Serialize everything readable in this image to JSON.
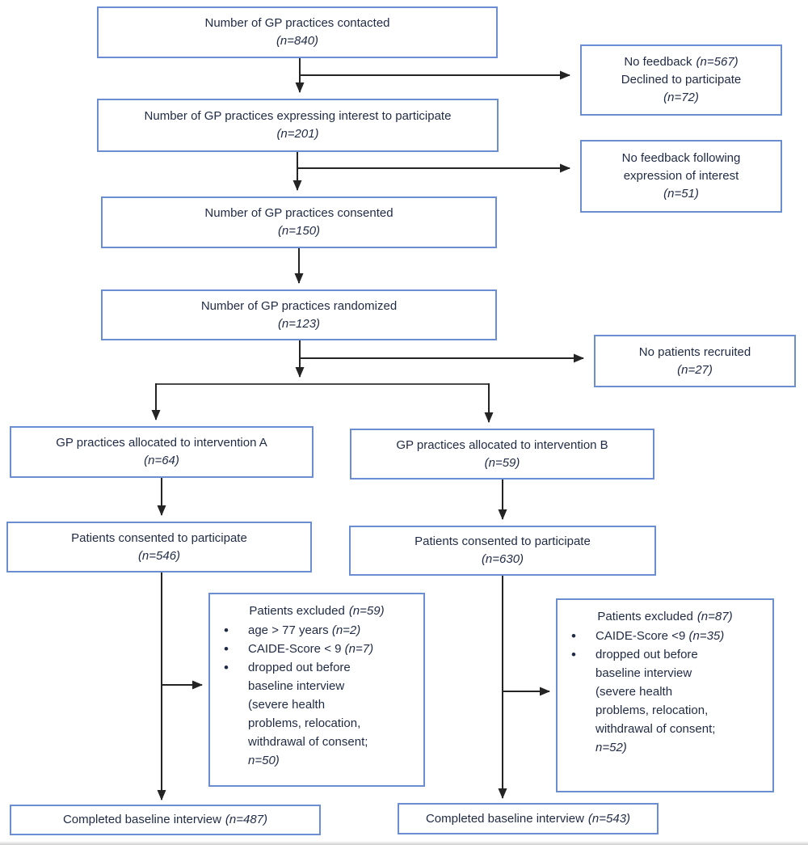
{
  "styles": {
    "border_color": "#6b8ed3",
    "text_color": "#1f2a44",
    "line_color": "#242424"
  },
  "diagram": {
    "boxes": {
      "contacted": {
        "label": "Number of GP practices contacted",
        "n": "(n=840)"
      },
      "no_feedback": {
        "line1": "No feedback",
        "line1_n": "(n=567)",
        "line2": "Declined to participate",
        "line3_n": "(n=72)"
      },
      "interest": {
        "label": "Number of GP practices expressing interest to participate",
        "n": "(n=201)"
      },
      "no_feedback_interest": {
        "line1": "No feedback following",
        "line2": "expression of interest",
        "n": "(n=51)"
      },
      "consented": {
        "label": "Number of GP practices consented",
        "n": "(n=150)"
      },
      "randomized": {
        "label": "Number of GP practices randomized",
        "n": "(n=123)"
      },
      "no_patients": {
        "label": "No patients recruited",
        "n": "(n=27)"
      },
      "alloc_a": {
        "label": "GP practices allocated to intervention A",
        "n": "(n=64)"
      },
      "alloc_b": {
        "label": "GP practices allocated to intervention B",
        "n": "(n=59)"
      },
      "consent_a": {
        "label": "Patients consented to participate",
        "n": "(n=546)"
      },
      "consent_b": {
        "label": "Patients consented to participate",
        "n": "(n=630)"
      },
      "excluded_a": {
        "title": "Patients excluded",
        "title_n": "(n=59)",
        "bullets": [
          {
            "text": "age > 77 years",
            "n": "(n=2)"
          },
          {
            "text": "CAIDE-Score < 9",
            "n": "(n=7)"
          },
          {
            "text": "dropped out before baseline interview (severe health problems, relocation, withdrawal of consent;",
            "n": "n=50)"
          }
        ]
      },
      "excluded_b": {
        "title": "Patients excluded",
        "title_n": "(n=87)",
        "bullets": [
          {
            "text": "CAIDE-Score <9",
            "n": "(n=35)"
          },
          {
            "text": "dropped out before baseline interview (severe health problems, relocation, withdrawal of consent;",
            "n": "n=52)"
          }
        ]
      },
      "done_a": {
        "label": "Completed baseline interview",
        "n": "(n=487)"
      },
      "done_b": {
        "label": "Completed baseline interview",
        "n": "(n=543)"
      }
    }
  }
}
